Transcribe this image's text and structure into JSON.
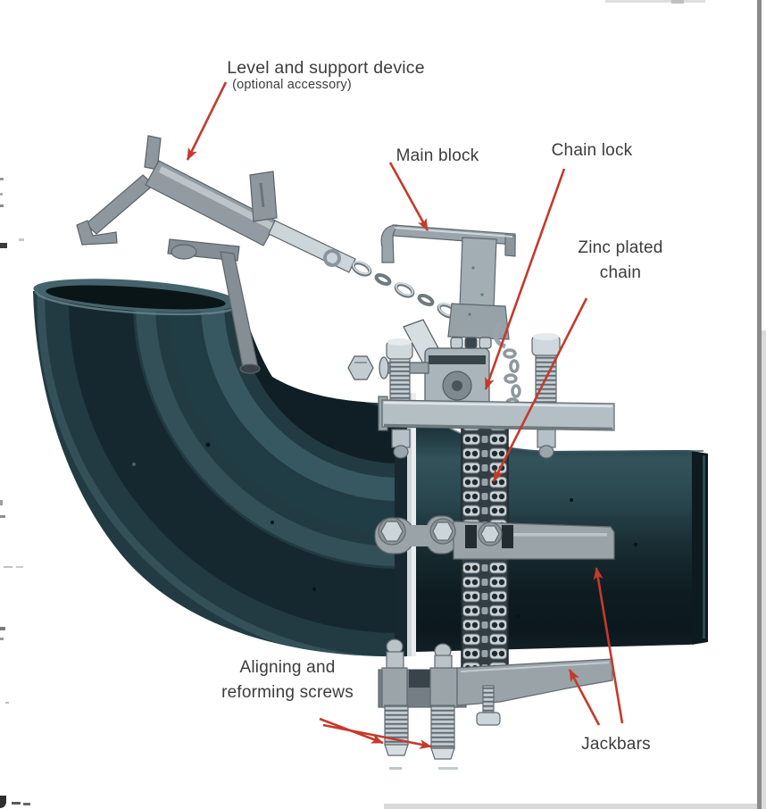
{
  "figure": {
    "type": "labeled-photo-diagram",
    "subject": "Pipe chain clamp mounted on a pipe elbow",
    "labels": {
      "level_support_device": "Level and support device",
      "optional_accessory": "(optional accessory)",
      "main_block": "Main block",
      "chain_lock": "Chain lock",
      "zinc_plated_chain": "Zinc plated chain",
      "aligning_reforming_screws": "Aligning and reforming screws",
      "jackbars": "Jackbars"
    },
    "colors": {
      "label_text": "#3c3c3c",
      "arrow_red": "#c43a2b",
      "pipe_dark": "#16282e",
      "pipe_highlight": "#3f636c",
      "metal_silver": "#bcc7cd",
      "metal_gray": "#99a3a8",
      "page_background": "#ffffff",
      "edge_bar_gray": "#8a8a8a"
    }
  }
}
